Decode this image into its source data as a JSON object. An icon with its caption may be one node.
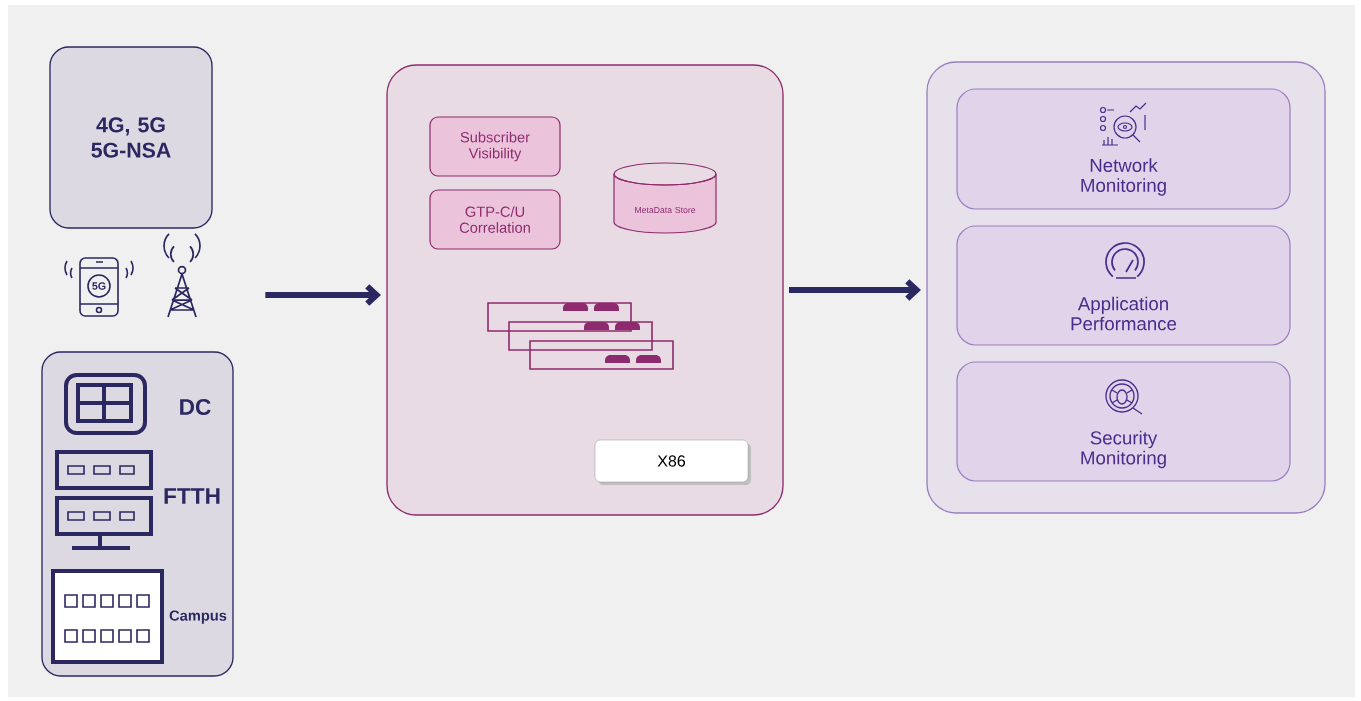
{
  "diagram": {
    "nodes": [
      {
        "text": [
          "4G, 5G 5G-NSA"
        ]
      },
      {
        "text": [],
        "shape": "box"
      },
      {
        "text": [],
        "shape": "box"
      },
      {
        "text": [
          "Subscriber Visibility"
        ],
        "in": 2
      },
      {
        "text": [
          "GTP-C/U Correlation"
        ],
        "in": 2
      },
      {
        "text": [
          "MetaData Store"
        ],
        "in": 2
      },
      {
        "text": [
          "X86"
        ],
        "in": 2
      },
      {
        "text": [],
        "shape": "box"
      },
      {
        "text": [
          "Network Monitoring"
        ],
        "in": 7
      },
      {
        "text": [
          "Application Performance"
        ],
        "in": 7
      },
      {
        "text": [
          "Security Monitoring"
        ],
        "in": 7
      }
    ],
    "edges": [
      {
        "from": null,
        "to": 2,
        "arrow": "to"
      },
      {
        "from": 2,
        "to": 7,
        "arrow": "to"
      }
    ],
    "labels": [
      "5G",
      "DC",
      "FTTH",
      "Campus"
    ]
  }
}
